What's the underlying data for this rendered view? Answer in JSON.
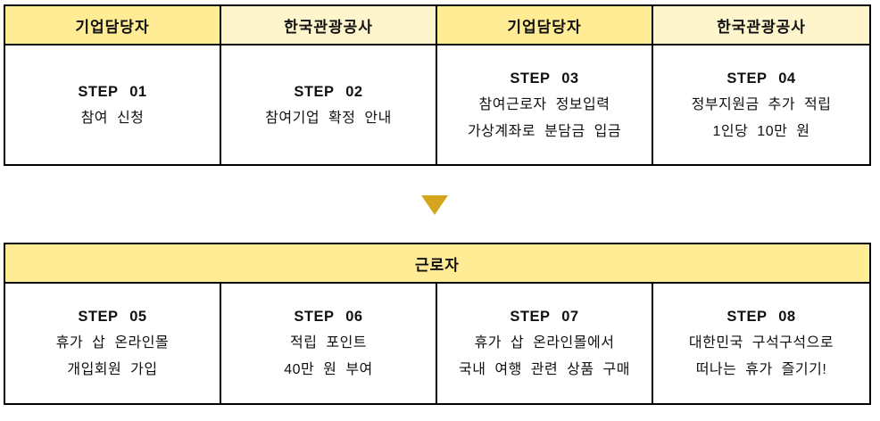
{
  "colors": {
    "header_dark": "#FFEC94",
    "header_light": "#FEF5CC",
    "arrow": "#D6A51E",
    "border": "#000000"
  },
  "top_table": {
    "headers": [
      {
        "label": "기업담당자",
        "variant": "dark"
      },
      {
        "label": "한국관광공사",
        "variant": "light"
      },
      {
        "label": "기업담당자",
        "variant": "dark"
      },
      {
        "label": "한국관광공사",
        "variant": "light"
      }
    ],
    "steps": [
      {
        "title": "STEP 01",
        "lines": [
          "참여 신청"
        ]
      },
      {
        "title": "STEP 02",
        "lines": [
          "참여기업 확정 안내"
        ]
      },
      {
        "title": "STEP 03",
        "lines": [
          "참여근로자 정보입력",
          "가상계좌로 분담금 입금"
        ]
      },
      {
        "title": "STEP 04",
        "lines": [
          "정부지원금 추가 적립",
          "1인당 10만 원"
        ]
      }
    ]
  },
  "arrow": {
    "name": "down-arrow"
  },
  "bottom_table": {
    "header": "근로자",
    "steps": [
      {
        "title": "STEP 05",
        "lines": [
          "휴가 삽 온라인몰",
          "개입회원 가입"
        ]
      },
      {
        "title": "STEP 06",
        "lines": [
          "적립 포인트",
          "40만 원 부여"
        ]
      },
      {
        "title": "STEP 07",
        "lines": [
          "휴가 삽 온라인몰에서",
          "국내 여행 관련 상품 구매"
        ]
      },
      {
        "title": "STEP 08",
        "lines": [
          "대한민국 구석구석으로",
          "떠나는 휴가 즐기기!"
        ]
      }
    ]
  }
}
